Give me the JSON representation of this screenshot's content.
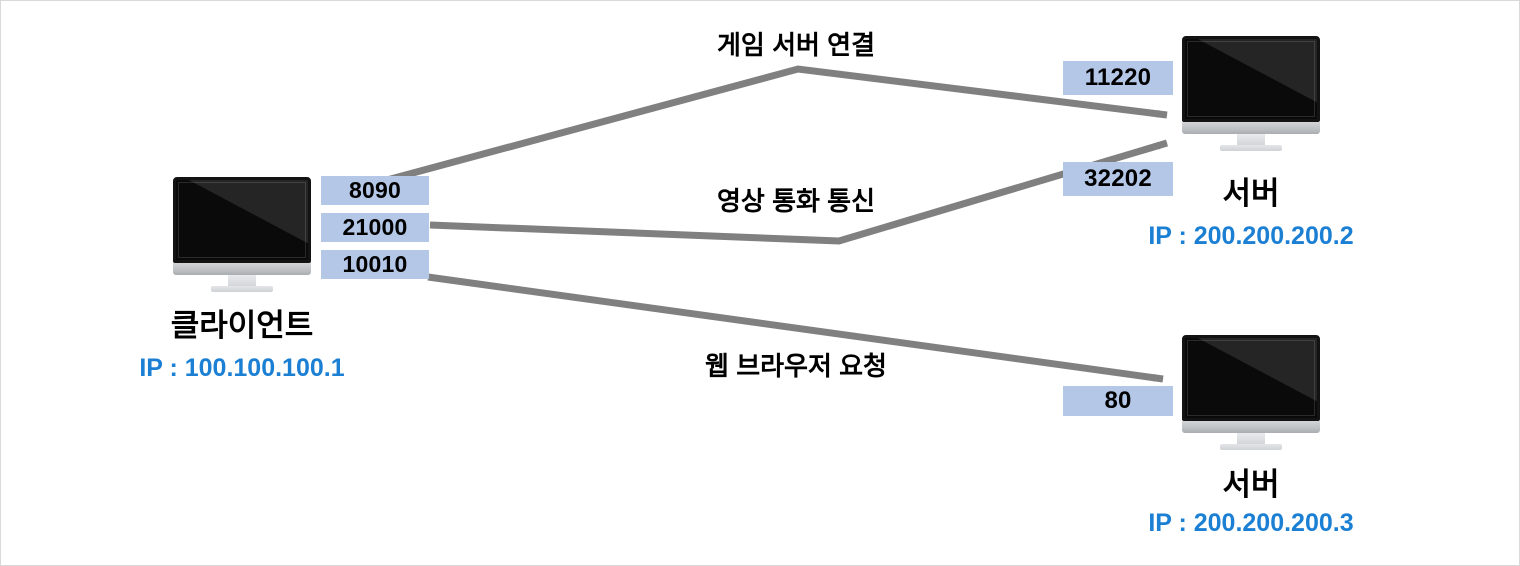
{
  "diagram": {
    "title": "Client to server port connections",
    "colors": {
      "port_chip_bg": "#b4c7e7",
      "ip_text": "#1b7fd4",
      "wire": "#808080",
      "label_text": "#000000",
      "background": "#ffffff"
    }
  },
  "client": {
    "name": "클라이언트",
    "ip": "IP : 100.100.100.1",
    "ports": [
      {
        "value": "8090"
      },
      {
        "value": "21000"
      },
      {
        "value": "10010"
      }
    ]
  },
  "servers": [
    {
      "id": "server-top",
      "name": "서버",
      "ip": "IP : 200.200.200.2",
      "ports": [
        {
          "value": "11220"
        },
        {
          "value": "32202"
        }
      ]
    },
    {
      "id": "server-bottom",
      "name": "서버",
      "ip": "IP : 200.200.200.3",
      "ports": [
        {
          "value": "80"
        }
      ]
    }
  ],
  "connections": [
    {
      "id": "game-server",
      "label": "게임 서버 연결",
      "from_port": "8090",
      "to_port": "11220"
    },
    {
      "id": "video-call",
      "label": "영상 통화 통신",
      "from_port": "21000",
      "to_port": "32202"
    },
    {
      "id": "web-browser",
      "label": "웹 브라우저 요청",
      "from_port": "10010",
      "to_port": "80"
    }
  ]
}
